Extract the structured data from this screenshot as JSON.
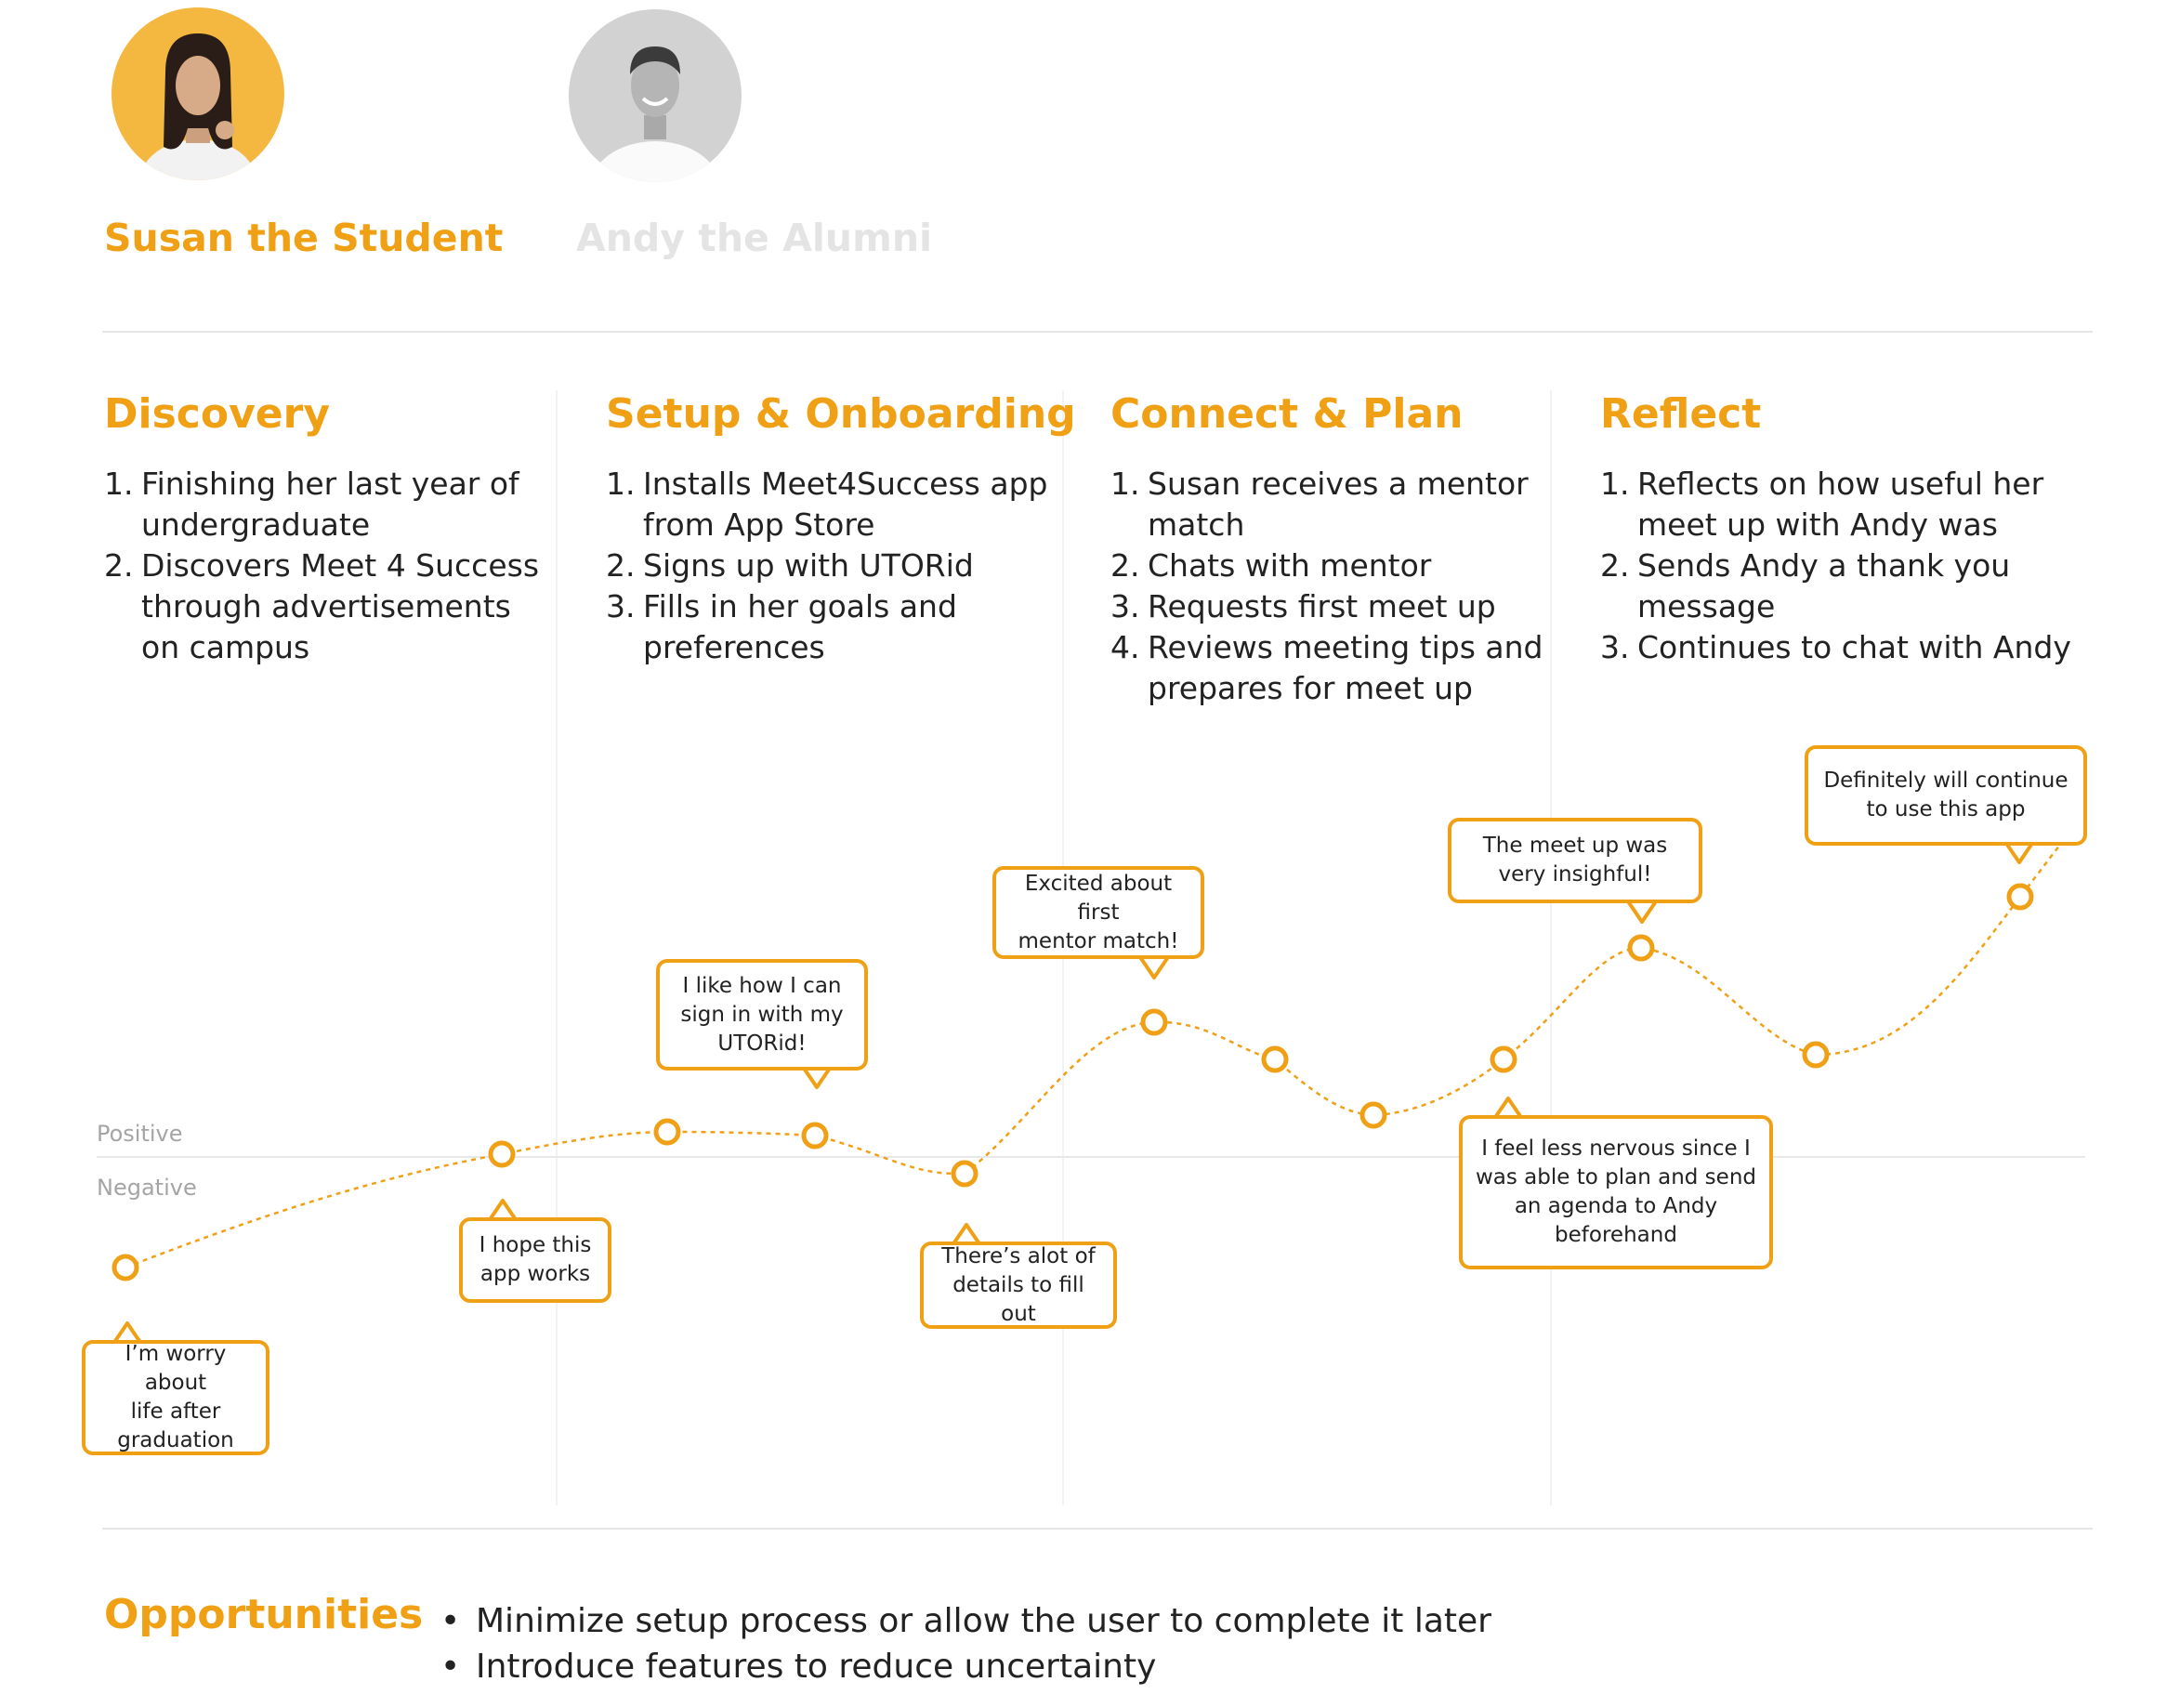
{
  "colors": {
    "accent": "#f0a015",
    "faded_name": "#e4e4e4",
    "axis_text": "#a5a5a5",
    "avatar_susan_bg": "#f4b740",
    "avatar_andy_bg": "#d2d2d2"
  },
  "personas": [
    {
      "name": "Susan the Student",
      "avatar": "avatar-susan",
      "active": true
    },
    {
      "name": "Andy the Alumni",
      "avatar": "avatar-andy",
      "active": false
    }
  ],
  "stages": [
    {
      "title": "Discovery",
      "steps": [
        {
          "num": "1.",
          "lines": [
            "Finishing her last year of",
            "undergraduate"
          ]
        },
        {
          "num": "2.",
          "lines": [
            "Discovers Meet 4 Success",
            "through advertisements",
            "on campus"
          ]
        }
      ]
    },
    {
      "title": "Setup & Onboarding",
      "steps": [
        {
          "num": "1.",
          "lines": [
            "Installs Meet4Success app",
            "from App Store"
          ]
        },
        {
          "num": "2.",
          "lines": [
            "Signs up with UTORid"
          ]
        },
        {
          "num": "3.",
          "lines": [
            "Fills in her goals and",
            "preferences"
          ]
        }
      ]
    },
    {
      "title": "Connect & Plan",
      "steps": [
        {
          "num": "1.",
          "lines": [
            "Susan receives a mentor",
            "match"
          ]
        },
        {
          "num": "2.",
          "lines": [
            "Chats with mentor"
          ]
        },
        {
          "num": "3.",
          "lines": [
            "Requests first meet up"
          ]
        },
        {
          "num": "4.",
          "lines": [
            "Reviews meeting tips and",
            "prepares for meet up"
          ]
        }
      ]
    },
    {
      "title": "Reflect",
      "steps": [
        {
          "num": "1.",
          "lines": [
            "Reflects on how useful her",
            "meet up with Andy was"
          ]
        },
        {
          "num": "2.",
          "lines": [
            "Sends Andy a thank you",
            "message"
          ]
        },
        {
          "num": "3.",
          "lines": [
            "Continues to chat with Andy"
          ]
        }
      ]
    }
  ],
  "axis": {
    "positive": "Positive",
    "negative": "Negative"
  },
  "comments": [
    {
      "lines": [
        "I’m worry about",
        "life after",
        "graduation"
      ]
    },
    {
      "lines": [
        "I hope this",
        "app works"
      ]
    },
    {
      "lines": [
        "I like how I can",
        "sign in with my",
        "UTORid!"
      ]
    },
    {
      "lines": [
        "There’s alot of",
        "details to fill out"
      ]
    },
    {
      "lines": [
        "Excited about first",
        "mentor match!"
      ]
    },
    {
      "lines": [
        "I feel less nervous since I",
        "was able to plan and send",
        "an agenda to Andy",
        "beforehand"
      ]
    },
    {
      "lines": [
        "The meet up was",
        "very insighful!"
      ]
    },
    {
      "lines": [
        "Definitely will continue",
        "to use this app"
      ]
    }
  ],
  "opportunities": {
    "title": "Opportunities",
    "items": [
      "Minimize setup process or allow the user to complete it later",
      "Introduce features to reduce uncertainty"
    ]
  }
}
